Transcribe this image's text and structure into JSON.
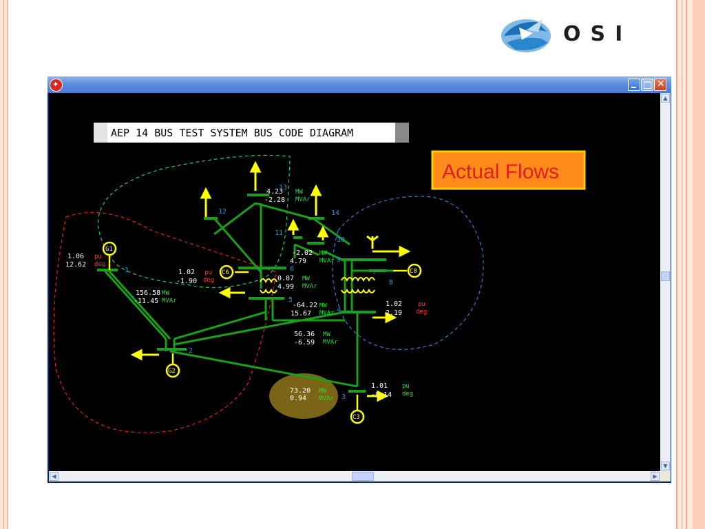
{
  "logo": {
    "text": "OSI",
    "icon": "osi-globe-icon"
  },
  "window": {
    "controls": [
      "minimize",
      "maximize",
      "close"
    ]
  },
  "diagram": {
    "title": "AEP 14 BUS TEST SYSTEM BUS CODE DIAGRAM",
    "badge": "Actual Flows",
    "buses": [
      "1",
      "2",
      "3",
      "4",
      "5",
      "6",
      "7",
      "8",
      "9",
      "10",
      "11",
      "12",
      "13",
      "14"
    ],
    "generators": [
      "G1",
      "G2",
      "C3",
      "C6",
      "C8"
    ],
    "values": {
      "bus1_v": "1.06",
      "bus1_a": "12.62",
      "bus6_v": "1.02",
      "bus6_a": "-1.90",
      "bus4_v": "1.02",
      "bus4_a": "2.19",
      "bus3_v": "1.01",
      "bus3_a": "-0.14",
      "f13_mw": "4.23",
      "f13_mvar": "-2.28",
      "f9_mw": "-2.02",
      "f9_mvar": "4.79",
      "f5t_mw": "0.87",
      "f5t_mvar": "4.99",
      "f12_mw": "156.58",
      "f12_mvar": "-11.45",
      "f45_mw": "-64.22",
      "f45_mvar": "15.67",
      "f24_mw": "56.36",
      "f24_mvar": "-6.59",
      "f23_mw": "73.20",
      "f23_mvar": "0.94"
    },
    "units": {
      "pu": "pu",
      "deg": "deg",
      "mw": "MW",
      "mvar": "MVAr"
    }
  }
}
